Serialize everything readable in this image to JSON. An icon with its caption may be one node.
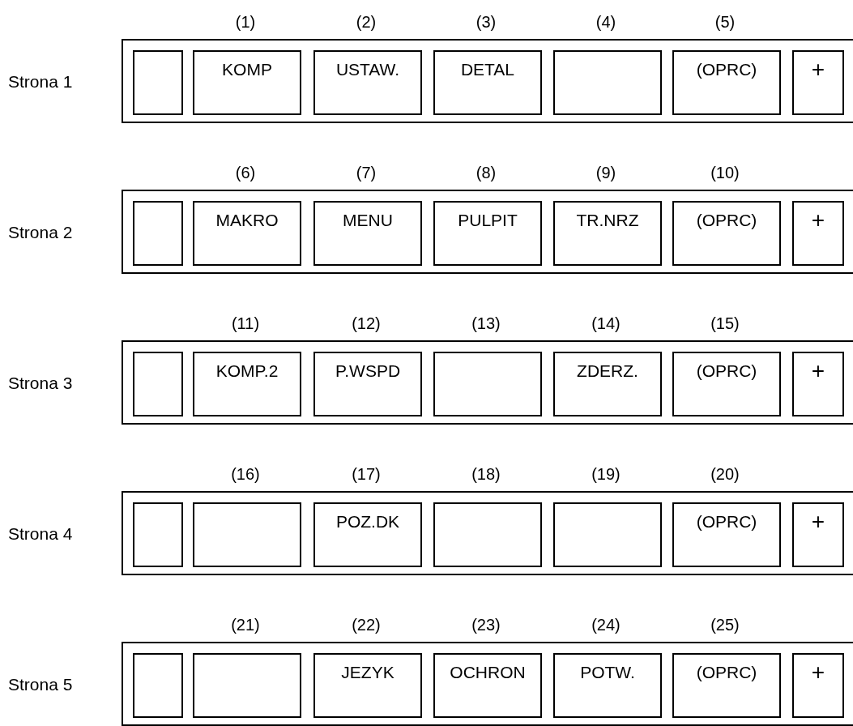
{
  "diagram": {
    "nodes": [
      {
        "text": [],
        "shape": "box",
        "beside": [
          "Strona 1"
        ]
      },
      {
        "text": [],
        "shape": "box",
        "in": 0
      },
      {
        "text": [
          "KOMP"
        ],
        "in": 0,
        "beside": [
          "(1)"
        ]
      },
      {
        "text": [
          "USTAW."
        ],
        "in": 0,
        "beside": [
          "(2)"
        ]
      },
      {
        "text": [
          "DETAL"
        ],
        "in": 0,
        "beside": [
          "(3)"
        ]
      },
      {
        "text": [],
        "shape": "box",
        "in": 0,
        "beside": [
          "(4)"
        ]
      },
      {
        "text": [
          "(OPRC)"
        ],
        "in": 0,
        "beside": [
          "(5)"
        ]
      },
      {
        "text": [
          "+"
        ],
        "in": 0
      },
      {
        "text": [],
        "shape": "box",
        "beside": [
          "Strona 2"
        ]
      },
      {
        "text": [],
        "shape": "box",
        "in": 8
      },
      {
        "text": [
          "MAKRO"
        ],
        "in": 8,
        "beside": [
          "(6)"
        ]
      },
      {
        "text": [
          "MENU"
        ],
        "in": 8,
        "beside": [
          "(7)"
        ]
      },
      {
        "text": [
          "PULPIT"
        ],
        "in": 8,
        "beside": [
          "(8)"
        ]
      },
      {
        "text": [
          "TR.NRZ"
        ],
        "in": 8,
        "beside": [
          "(9)"
        ]
      },
      {
        "text": [
          "(OPRC)"
        ],
        "in": 8,
        "beside": [
          "(10)"
        ]
      },
      {
        "text": [
          "+"
        ],
        "in": 8
      },
      {
        "text": [],
        "shape": "box",
        "beside": [
          "Strona 3"
        ]
      },
      {
        "text": [],
        "shape": "box",
        "in": 16
      },
      {
        "text": [
          "KOMP.2"
        ],
        "in": 16,
        "beside": [
          "(11)"
        ]
      },
      {
        "text": [
          "P.WSPD"
        ],
        "in": 16,
        "beside": [
          "(12)"
        ]
      },
      {
        "text": [],
        "shape": "box",
        "in": 16,
        "beside": [
          "(13)"
        ]
      },
      {
        "text": [
          "ZDERZ."
        ],
        "in": 16,
        "beside": [
          "(14)"
        ]
      },
      {
        "text": [
          "(OPRC)"
        ],
        "in": 16,
        "beside": [
          "(15)"
        ]
      },
      {
        "text": [
          "+"
        ],
        "in": 16
      },
      {
        "text": [],
        "shape": "box",
        "beside": [
          "Strona 4"
        ]
      },
      {
        "text": [],
        "shape": "box",
        "in": 24
      },
      {
        "text": [],
        "shape": "box",
        "in": 24,
        "beside": [
          "(16)"
        ]
      },
      {
        "text": [
          "POZ.DK"
        ],
        "in": 24,
        "beside": [
          "(17)"
        ]
      },
      {
        "text": [],
        "shape": "box",
        "in": 24,
        "beside": [
          "(18)"
        ]
      },
      {
        "text": [],
        "shape": "box",
        "in": 24,
        "beside": [
          "(19)"
        ]
      },
      {
        "text": [
          "(OPRC)"
        ],
        "in": 24,
        "beside": [
          "(20)"
        ]
      },
      {
        "text": [
          "+"
        ],
        "in": 24
      },
      {
        "text": [],
        "shape": "box",
        "beside": [
          "Strona 5"
        ]
      },
      {
        "text": [],
        "shape": "box",
        "in": 32
      },
      {
        "text": [],
        "shape": "box",
        "in": 32,
        "beside": [
          "(21)"
        ]
      },
      {
        "text": [
          "JEZYK"
        ],
        "in": 32,
        "beside": [
          "(22)"
        ]
      },
      {
        "text": [
          "OCHRON"
        ],
        "in": 32,
        "beside": [
          "(23)"
        ]
      },
      {
        "text": [
          "POTW."
        ],
        "in": 32,
        "beside": [
          "(24)"
        ]
      },
      {
        "text": [
          "(OPRC)"
        ],
        "in": 32,
        "beside": [
          "(25)"
        ]
      },
      {
        "text": [
          "+"
        ],
        "in": 32
      }
    ]
  }
}
